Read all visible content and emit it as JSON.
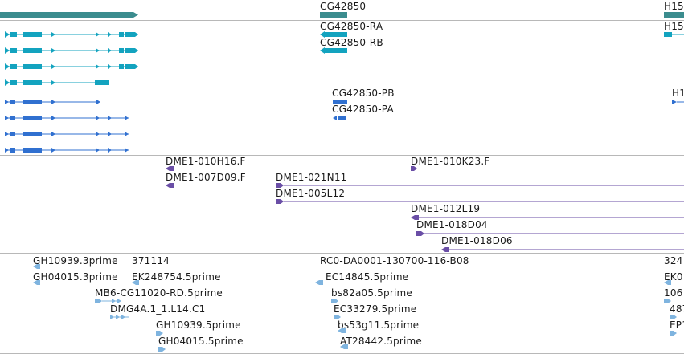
{
  "colors": {
    "gene": "#3b8c8e",
    "transcript": "#13a3bf",
    "protein": "#3070d0",
    "bac": "#6a4ea6",
    "est": "#7fb4df",
    "separator": "#b8b8b8"
  },
  "tracks": {
    "genes": {
      "labels": [
        "CG42850",
        "H15"
      ]
    },
    "transcripts": {
      "labels": [
        "CG42850-RA",
        "CG42850-RB",
        "H15"
      ]
    },
    "proteins": {
      "labels": [
        "CG42850-PB",
        "CG42850-PA",
        "H1"
      ]
    },
    "bac_ends": {
      "labels": [
        "DME1-010H16.F",
        "DME1-007D09.F",
        "DME1-021N11",
        "DME1-005L12",
        "DME1-010K23.F",
        "DME1-012L19",
        "DME1-018D04",
        "DME1-018D06"
      ]
    },
    "est": {
      "labels": [
        "GH10939.3prime",
        "GH04015.3prime",
        "371114",
        "EK248754.5prime",
        "MB6-CG11020-RD.5prime",
        "DMG4A.1_1.L14.C1",
        "GH10939.5prime",
        "GH04015.5prime",
        "RC0-DA0001-130700-116-B08",
        "EC14845.5prime",
        "bs82a05.5prime",
        "EC33279.5prime",
        "bs53g11.5prime",
        "AT28442.5prime",
        "324",
        "EK0",
        "106",
        "487",
        "EP1"
      ]
    }
  }
}
